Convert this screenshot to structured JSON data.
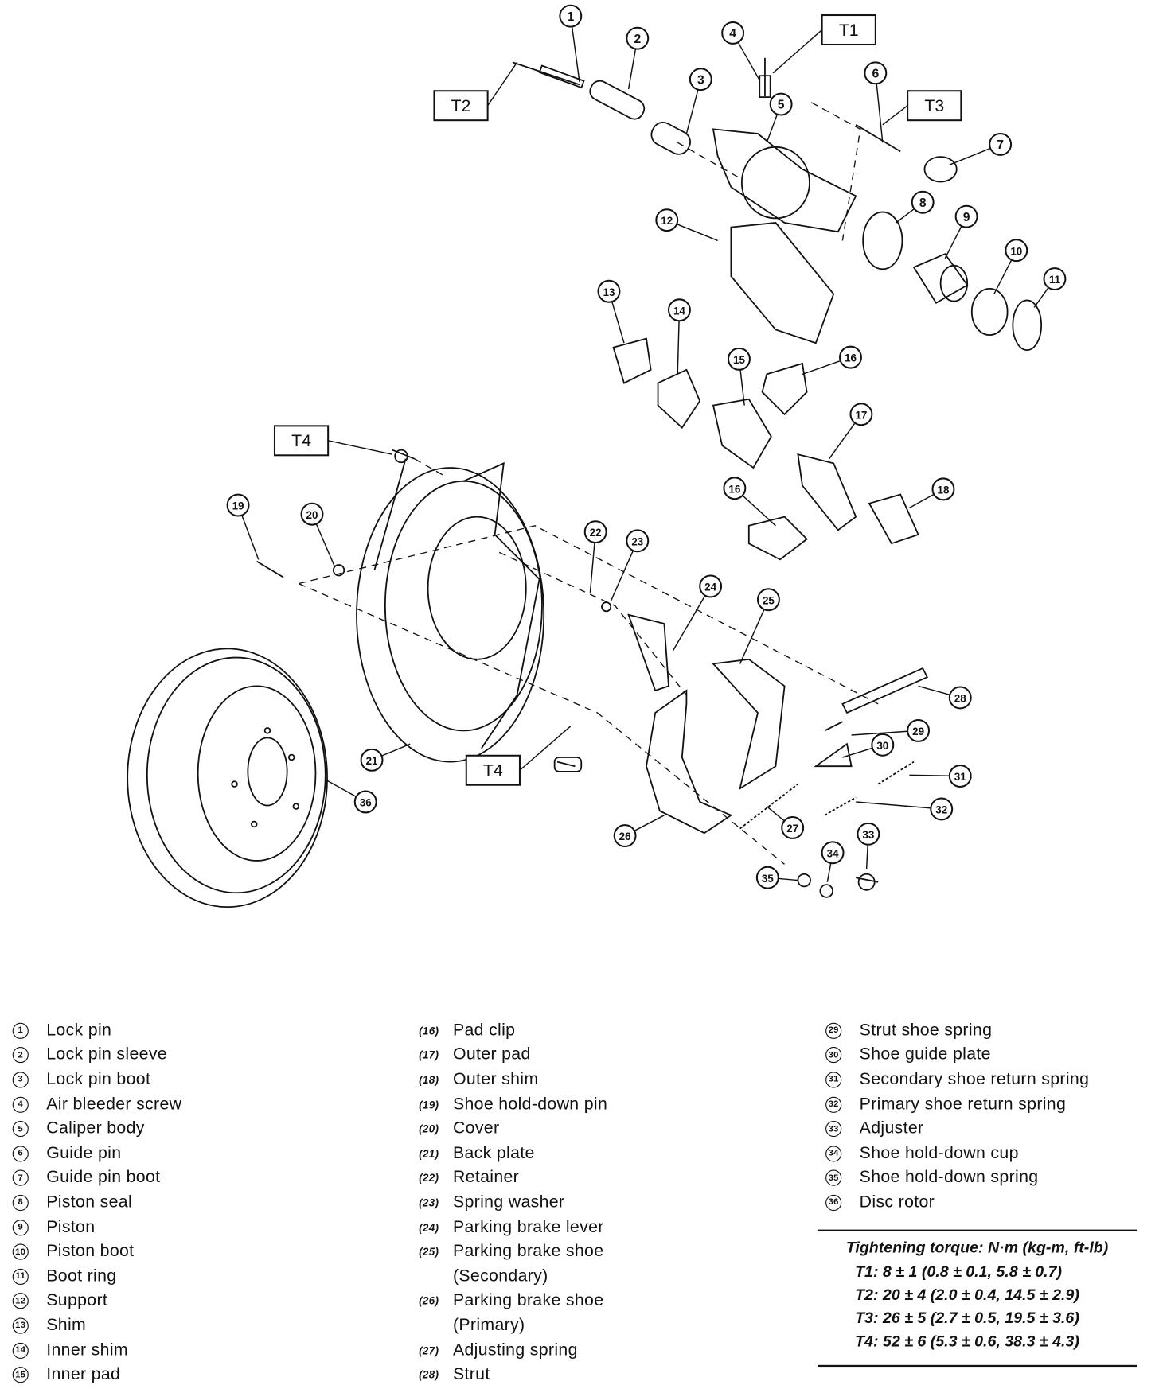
{
  "callouts": [
    "1",
    "2",
    "3",
    "4",
    "5",
    "6",
    "7",
    "8",
    "9",
    "10",
    "11",
    "12",
    "13",
    "14",
    "15",
    "16",
    "17",
    "18",
    "16",
    "19",
    "20",
    "21",
    "22",
    "23",
    "24",
    "25",
    "26",
    "27",
    "28",
    "29",
    "30",
    "31",
    "32",
    "33",
    "34",
    "35",
    "36"
  ],
  "torque_tags": [
    "T1",
    "T2",
    "T3",
    "T4",
    "T4"
  ],
  "legend": {
    "col1": [
      {
        "num": "1",
        "label": "Lock pin"
      },
      {
        "num": "2",
        "label": "Lock pin sleeve"
      },
      {
        "num": "3",
        "label": "Lock pin boot"
      },
      {
        "num": "4",
        "label": "Air bleeder screw"
      },
      {
        "num": "5",
        "label": "Caliper body"
      },
      {
        "num": "6",
        "label": "Guide pin"
      },
      {
        "num": "7",
        "label": "Guide pin boot"
      },
      {
        "num": "8",
        "label": "Piston seal"
      },
      {
        "num": "9",
        "label": "Piston"
      },
      {
        "num": "10",
        "label": "Piston boot"
      },
      {
        "num": "11",
        "label": "Boot ring"
      },
      {
        "num": "12",
        "label": "Support"
      },
      {
        "num": "13",
        "label": "Shim"
      },
      {
        "num": "14",
        "label": "Inner shim"
      },
      {
        "num": "15",
        "label": "Inner pad"
      }
    ],
    "col2": [
      {
        "num": "16",
        "label": "Pad clip"
      },
      {
        "num": "17",
        "label": "Outer pad"
      },
      {
        "num": "18",
        "label": "Outer shim"
      },
      {
        "num": "19",
        "label": "Shoe hold-down pin"
      },
      {
        "num": "20",
        "label": "Cover"
      },
      {
        "num": "21",
        "label": "Back plate"
      },
      {
        "num": "22",
        "label": "Retainer"
      },
      {
        "num": "23",
        "label": "Spring washer"
      },
      {
        "num": "24",
        "label": "Parking brake lever"
      },
      {
        "num": "25",
        "label": "Parking brake shoe",
        "cont": "(Secondary)"
      },
      {
        "num": "26",
        "label": "Parking brake shoe",
        "cont": "(Primary)"
      },
      {
        "num": "27",
        "label": "Adjusting spring"
      },
      {
        "num": "28",
        "label": "Strut"
      }
    ],
    "col3": [
      {
        "num": "29",
        "label": "Strut shoe spring"
      },
      {
        "num": "30",
        "label": "Shoe guide plate"
      },
      {
        "num": "31",
        "label": "Secondary shoe return spring"
      },
      {
        "num": "32",
        "label": "Primary shoe return spring"
      },
      {
        "num": "33",
        "label": "Adjuster"
      },
      {
        "num": "34",
        "label": "Shoe hold-down cup"
      },
      {
        "num": "35",
        "label": "Shoe hold-down spring"
      },
      {
        "num": "36",
        "label": "Disc rotor"
      }
    ]
  },
  "torque": {
    "title": "Tightening torque: N·m (kg-m, ft-lb)",
    "rows": [
      "T1: 8 ± 1 (0.8 ± 0.1, 5.8 ± 0.7)",
      "T2: 20 ± 4 (2.0 ± 0.4, 14.5 ± 2.9)",
      "T3: 26 ± 5 (2.7 ± 0.5, 19.5 ± 3.6)",
      "T4: 52 ± 6 (5.3 ± 0.6, 38.3 ± 4.3)"
    ]
  }
}
